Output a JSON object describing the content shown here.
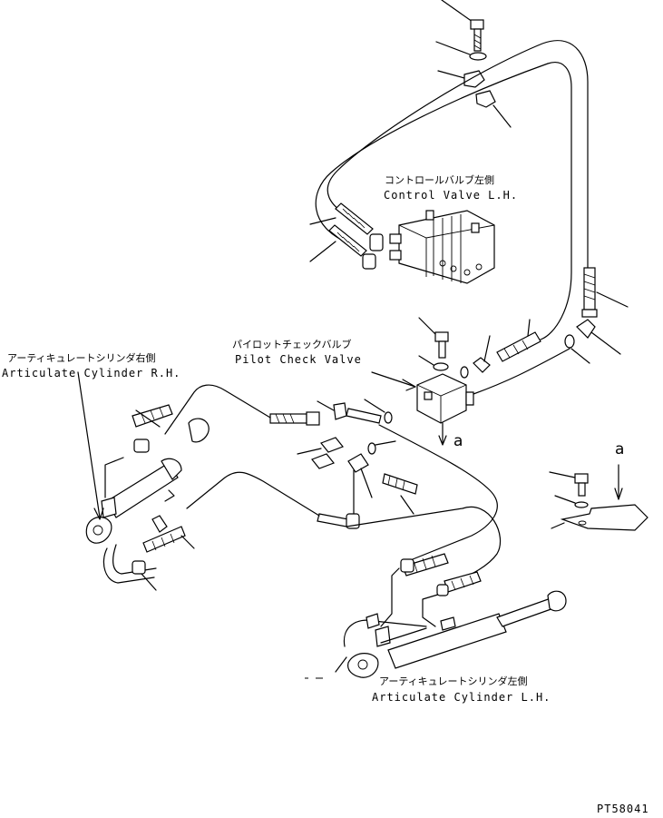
{
  "labels": {
    "control_valve_jp": "コントロールバルブ左側",
    "control_valve_en": "Control Valve L.H.",
    "pilot_check_valve_jp": "パイロットチェックバルブ",
    "pilot_check_valve_en": "Pilot Check Valve",
    "cylinder_rh_jp": "アーティキュレートシリンダ右側",
    "cylinder_rh_en": "Articulate Cylinder R.H.",
    "cylinder_lh_jp": "アーティキュレートシリンダ左側",
    "cylinder_lh_en": "Articulate Cylinder L.H.",
    "view_marker_1": "a",
    "view_marker_2": "a",
    "drawing_code": "PT58041"
  }
}
